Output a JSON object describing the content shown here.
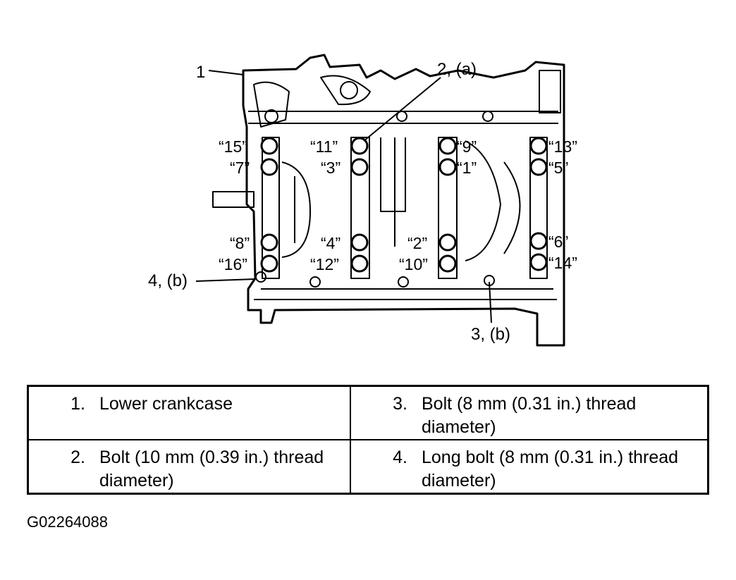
{
  "diagram": {
    "callouts": {
      "c1": "1",
      "c2a": "2, (a)",
      "c3b": "3, (b)",
      "c4b": "4, (b)"
    },
    "bolt_labels": {
      "b1": "“1”",
      "b2": "“2”",
      "b3": "“3”",
      "b4": "“4”",
      "b5": "“5”",
      "b6": "“6”",
      "b7": "“7”",
      "b8": "“8”",
      "b9": "“9”",
      "b10": "“10”",
      "b11": "“11”",
      "b12": "“12”",
      "b13": "“13”",
      "b14": "“14”",
      "b15": "“15”",
      "b16": "“16”"
    }
  },
  "legend": [
    {
      "num": "1.",
      "desc": "Lower crankcase"
    },
    {
      "num": "3.",
      "desc": "Bolt (8 mm (0.31 in.) thread diameter)"
    },
    {
      "num": "2.",
      "desc": "Bolt (10 mm (0.39 in.) thread diameter)"
    },
    {
      "num": "4.",
      "desc": "Long bolt (8 mm (0.31 in.) thread diameter)"
    }
  ],
  "figure_id": "G02264088"
}
